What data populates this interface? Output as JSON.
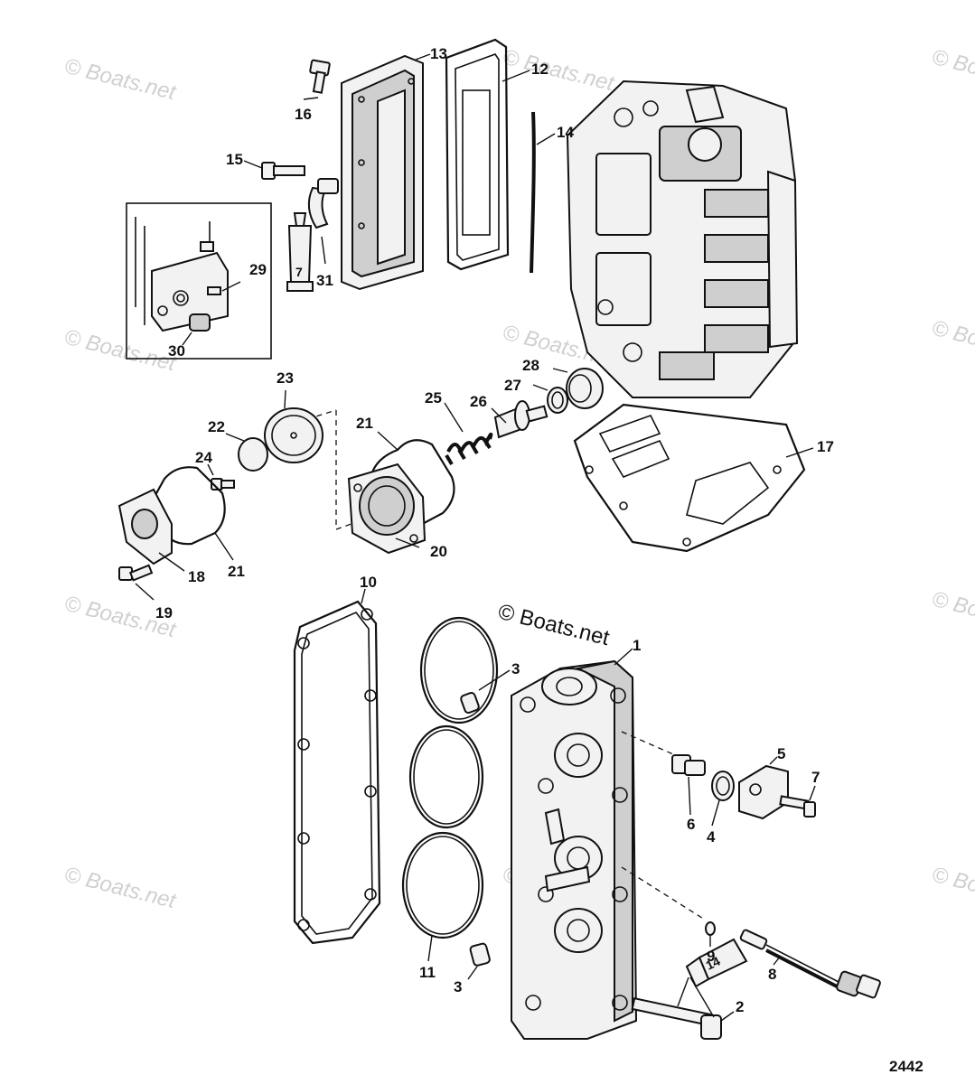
{
  "watermark_text": "© Boats.net",
  "copyright_label": "© Boats.net",
  "figure_number": "2442",
  "tube_labels": {
    "upper": "7",
    "lower": "14"
  },
  "callouts": {
    "c1": "1",
    "c2": "2",
    "c3a": "3",
    "c3b": "3",
    "c4": "4",
    "c5": "5",
    "c6": "6",
    "c7": "7",
    "c8": "8",
    "c9": "9",
    "c10": "10",
    "c11": "11",
    "c12": "12",
    "c13": "13",
    "c14": "14",
    "c15": "15",
    "c16": "16",
    "c17": "17",
    "c18": "18",
    "c19": "19",
    "c20": "20",
    "c21a": "21",
    "c21b": "21",
    "c22": "22",
    "c23": "23",
    "c24": "24",
    "c25": "25",
    "c26": "26",
    "c27": "27",
    "c28": "28",
    "c29": "29",
    "c30": "30",
    "c31": "31"
  }
}
